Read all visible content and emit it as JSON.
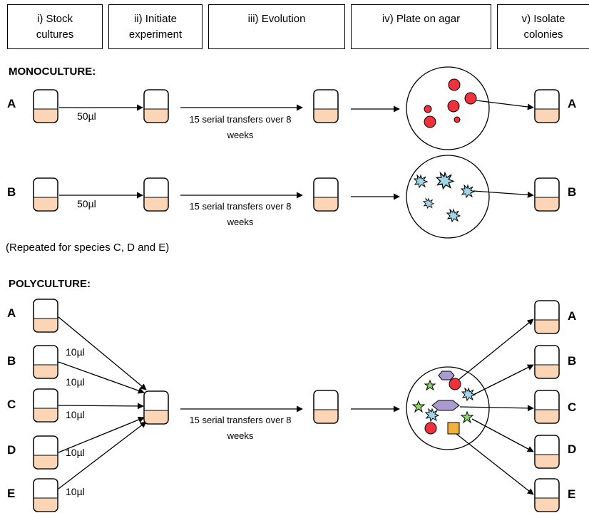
{
  "stages": [
    {
      "label": "i) Stock\ncultures"
    },
    {
      "label": "ii) Initiate\nexperiment"
    },
    {
      "label": "iii) Evolution"
    },
    {
      "label": "iv) Plate on agar"
    },
    {
      "label": "v) Isolate\ncolonies"
    }
  ],
  "monoculture": {
    "title": "MONOCULTURE:",
    "row_a": {
      "species": "A",
      "volume": "50µl",
      "transfer_line1": "15 serial transfers over 8",
      "transfer_line2": "weeks",
      "result": "A"
    },
    "row_b": {
      "species": "B",
      "volume": "50µl",
      "transfer_line1": "15 serial transfers over 8",
      "transfer_line2": "weeks",
      "result": "B"
    },
    "note": "(Repeated for species C, D and E)"
  },
  "polyculture": {
    "title": "POLYCULTURE:",
    "species": [
      "A",
      "B",
      "C",
      "D",
      "E"
    ],
    "volumes": [
      "10µl",
      "10µl",
      "10µl",
      "10µl",
      "10µl"
    ],
    "transfer_line1": "15 serial transfers over 8",
    "transfer_line2": "weeks",
    "results": [
      "A",
      "B",
      "C",
      "D",
      "E"
    ]
  },
  "colors": {
    "medium": "#fbd5b5",
    "species_a": "#f0303a",
    "species_b": "#9fd6e8",
    "species_c": "#8fd86b",
    "species_d": "#a99bd0",
    "species_e": "#f3b13c"
  }
}
